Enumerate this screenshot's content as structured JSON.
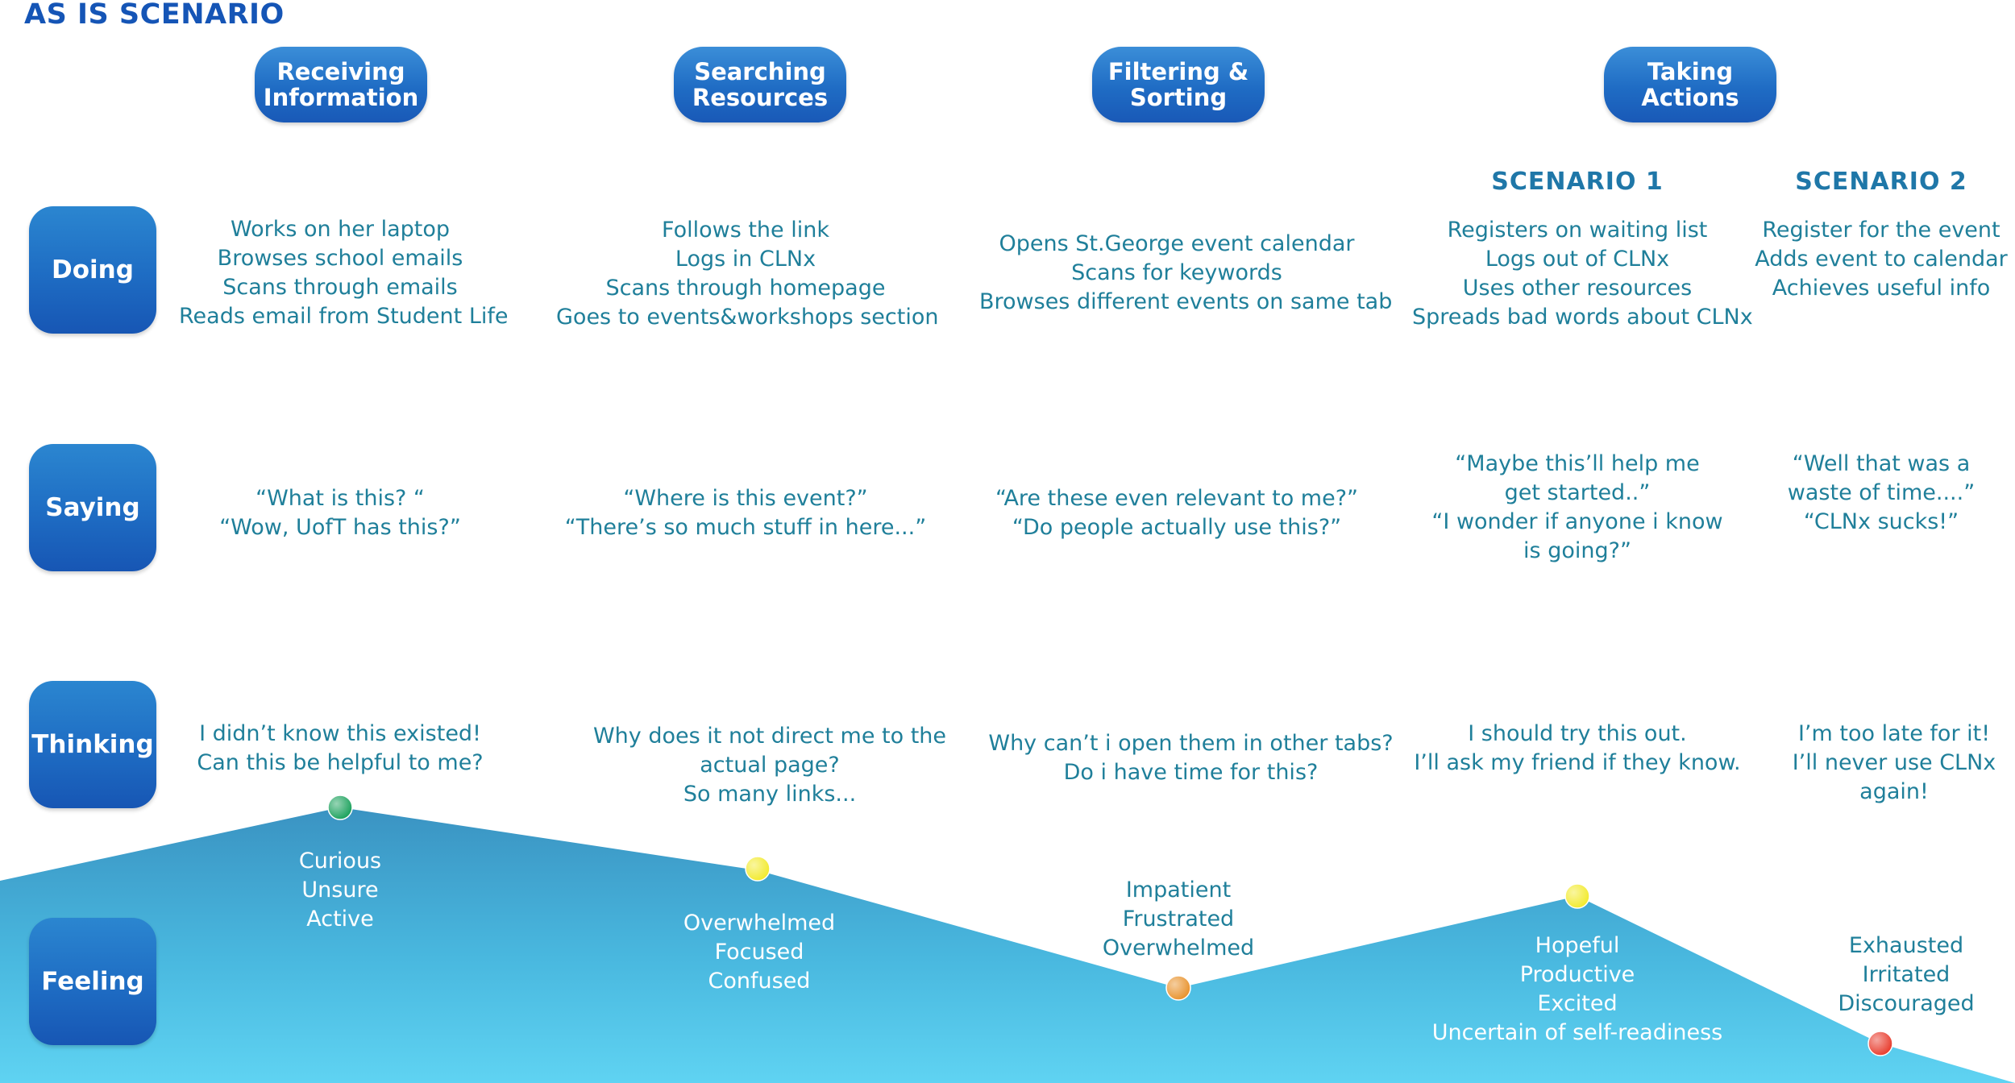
{
  "title": "AS IS SCENARIO",
  "stages": [
    {
      "label_lines": [
        "Receiving",
        "Information"
      ]
    },
    {
      "label_lines": [
        "Searching",
        "Resources"
      ]
    },
    {
      "label_lines": [
        "Filtering &",
        "Sorting"
      ]
    },
    {
      "label_lines": [
        "Taking",
        "Actions"
      ]
    }
  ],
  "scenarios": [
    "SCENARIO 1",
    "SCENARIO 2"
  ],
  "rows": [
    "Doing",
    "Saying",
    "Thinking",
    "Feeling"
  ],
  "doing": [
    [
      "Works on her laptop",
      "Browses school emails",
      "Scans through emails",
      "Reads email from Student Life"
    ],
    [
      "Follows the link",
      "Logs in CLNx",
      "Scans through homepage",
      "Goes to events&workshops section"
    ],
    [
      "Opens St.George event calendar",
      "Scans for keywords",
      "Browses different events on same tab"
    ],
    [
      "Registers on waiting list",
      "Logs out of CLNx",
      "Uses other resources",
      "Spreads bad words about CLNx"
    ],
    [
      "Register for the event",
      "Adds event to calendar",
      "Achieves useful info"
    ]
  ],
  "saying": [
    [
      "“What is this? “",
      "“Wow, UofT has this?”"
    ],
    [
      "“Where is this event?”",
      "“There’s so much stuff in here...”"
    ],
    [
      "“Are these even relevant to me?”",
      "“Do people actually use this?”"
    ],
    [
      "“Maybe this’ll help me",
      "get started..”",
      "“I wonder if anyone i know",
      "is going?”"
    ],
    [
      "“Well that was a",
      "waste of time....”",
      "“CLNx sucks!”"
    ]
  ],
  "thinking": [
    [
      "I didn’t know this existed!",
      "Can this be helpful to me?"
    ],
    [
      "Why does it not direct me to the",
      "actual page?",
      "So many links..."
    ],
    [
      "Why can’t i open them in other tabs?",
      "Do i have time for this?"
    ],
    [
      "I should try this out.",
      "I’ll ask my friend if they know."
    ],
    [
      "I’m too late for it!",
      "I’ll never use CLNx",
      "again!"
    ]
  ],
  "feeling": [
    [
      "Curious",
      "Unsure",
      "Active"
    ],
    [
      "Overwhelmed",
      "Focused",
      "Confused"
    ],
    [
      "Impatient",
      "Frustrated",
      "Overwhelmed"
    ],
    [
      "Hopeful",
      "Productive",
      "Excited",
      "Uncertain of self-readiness"
    ],
    [
      "Exhausted",
      "Irritated",
      "Discouraged"
    ]
  ],
  "emotion_points": [
    {
      "color": "#18a05a"
    },
    {
      "color": "#f2ea2a"
    },
    {
      "color": "#e8912a"
    },
    {
      "color": "#f2ea2a"
    },
    {
      "color": "#e8392a"
    }
  ],
  "colors": {
    "title": "#1555b6",
    "text": "#1f7f9a",
    "wave_top": "#3f9ac6",
    "wave_bottom": "#5ed2f2"
  }
}
